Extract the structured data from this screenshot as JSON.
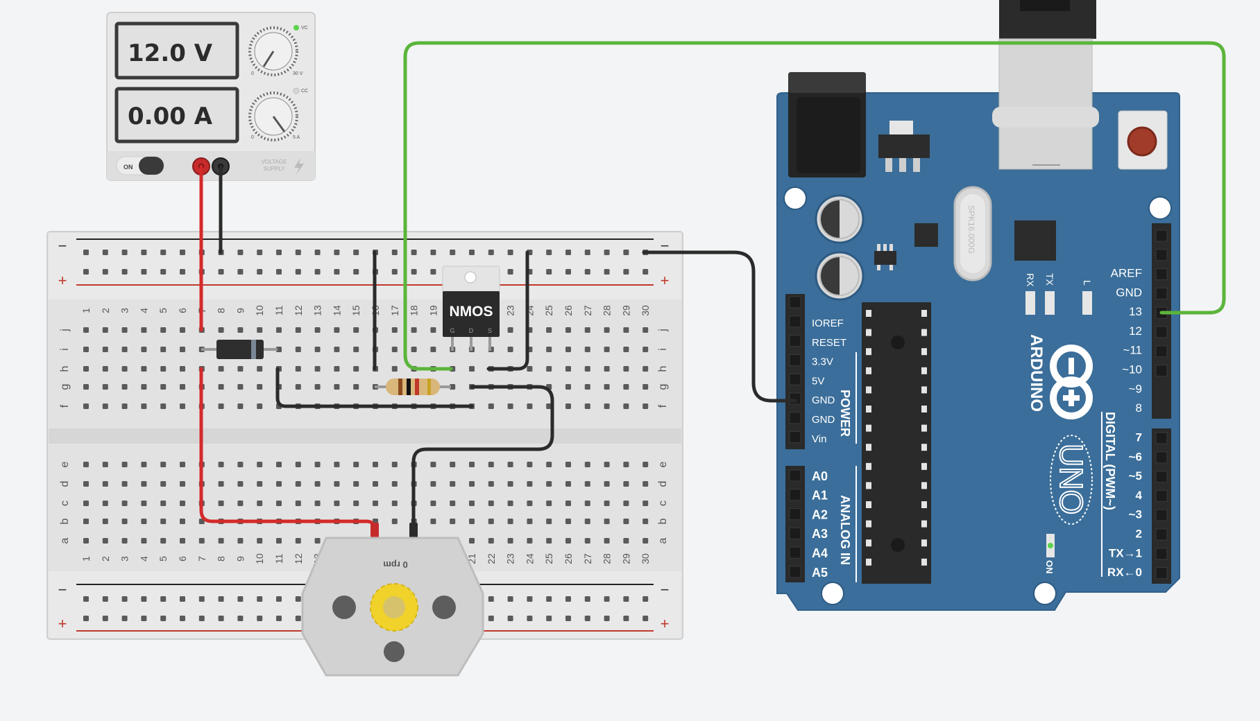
{
  "power_supply": {
    "voltage_display": "12.0 V",
    "current_display": "0.00 A",
    "voltage_knob_min": "0",
    "voltage_knob_max": "30 V",
    "current_knob_min": "0",
    "current_knob_max": "5 A",
    "vc_label": "VC",
    "cc_label": "CC",
    "switch_label": "ON",
    "brand_line1": "VOLTAGE",
    "brand_line2": "SUPPLY"
  },
  "breadboard": {
    "rail_minus": "−",
    "rail_plus": "+",
    "top_rows": [
      "j",
      "i",
      "h",
      "g",
      "f"
    ],
    "bottom_rows": [
      "e",
      "d",
      "c",
      "b",
      "a"
    ],
    "columns": [
      "1",
      "2",
      "3",
      "4",
      "5",
      "6",
      "7",
      "8",
      "9",
      "10",
      "11",
      "12",
      "13",
      "14",
      "15",
      "16",
      "17",
      "18",
      "19",
      "20",
      "21",
      "22",
      "23",
      "24",
      "25",
      "26",
      "27",
      "28",
      "29",
      "30"
    ]
  },
  "nmos": {
    "label": "NMOS",
    "pin_g": "G",
    "pin_d": "D",
    "pin_s": "S"
  },
  "motor": {
    "rpm_label": "0 rpm"
  },
  "arduino": {
    "brand": "ARDUINO",
    "model": "UNO",
    "crystal": "SPK16.000G",
    "led_rx": "RX",
    "led_tx": "TX",
    "led_l": "L",
    "on_label": "ON",
    "power_header_title": "POWER",
    "power_pins": [
      "IOREF",
      "RESET",
      "3.3V",
      "5V",
      "GND",
      "GND",
      "Vin"
    ],
    "analog_header_title": "ANALOG IN",
    "analog_pins": [
      "A0",
      "A1",
      "A2",
      "A3",
      "A4",
      "A5"
    ],
    "digital_header_title": "DIGITAL (PWM~)",
    "digital_upper_pins": [
      "AREF",
      "GND",
      "13",
      "12",
      "~11",
      "~10",
      "~9",
      "8"
    ],
    "digital_lower_pins": [
      "7",
      "~6",
      "~5",
      "4",
      "~3",
      "2",
      "TX→1",
      "RX←0"
    ]
  },
  "colors": {
    "background": "#f3f4f6",
    "arduino_blue": "#3b6e9a",
    "wire_red": "#d42a2a",
    "wire_black": "#2b2b2b",
    "wire_green": "#5bb53b",
    "breadboard": "#e3e3e3"
  }
}
